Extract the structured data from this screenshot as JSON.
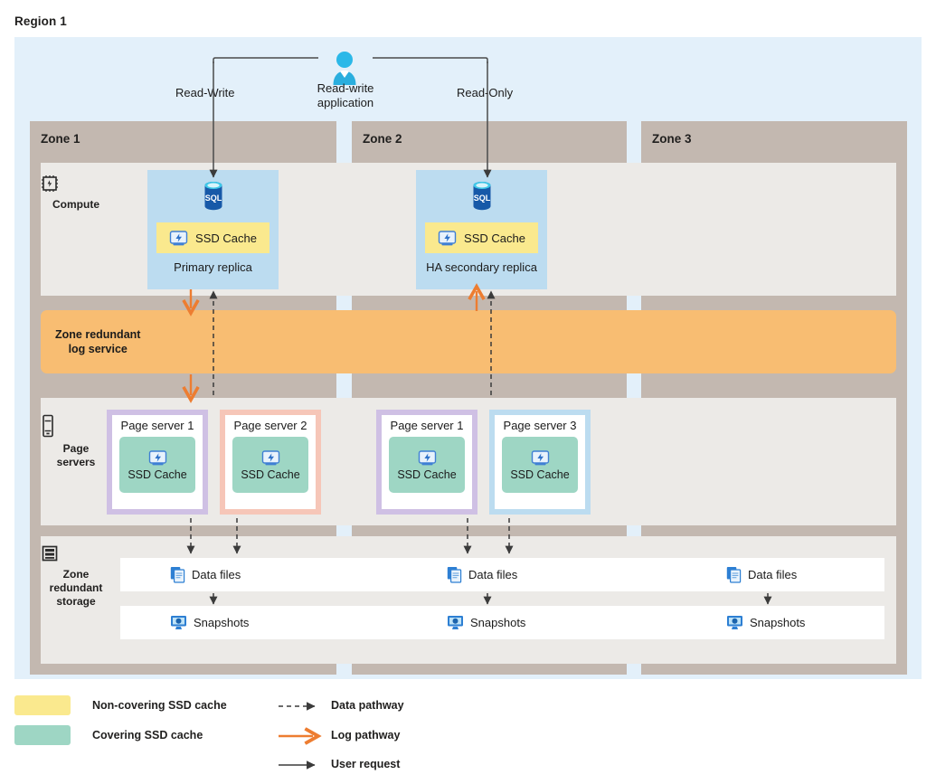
{
  "diagram": {
    "region_title": "Region 1",
    "application": {
      "icon": "user-icon",
      "label": "Read-write\napplication",
      "left_path_label": "Read-Write",
      "right_path_label": "Read-Only"
    },
    "zones": [
      {
        "title": "Zone 1"
      },
      {
        "title": "Zone 2"
      },
      {
        "title": "Zone 3"
      }
    ],
    "rows": {
      "compute": {
        "label": "Compute",
        "icon": "cpu-chip-icon"
      },
      "log_service": {
        "label": "Zone redundant\nlog service"
      },
      "page_servers": {
        "label": "Page\nservers",
        "icon": "page-server-icon"
      },
      "storage": {
        "label": "Zone\nredundant\nstorage",
        "icon": "storage-stack-icon"
      }
    },
    "replicas": [
      {
        "name": "Primary replica",
        "cache_label": "SSD Cache",
        "icon": "sql-database-icon",
        "cache_icon": "ssd-drive-icon",
        "zone": "Zone 1"
      },
      {
        "name": "HA secondary replica",
        "cache_label": "SSD Cache",
        "icon": "sql-database-icon",
        "cache_icon": "ssd-drive-icon",
        "zone": "Zone 2"
      }
    ],
    "page_servers": [
      {
        "title": "Page server 1",
        "cache_label": "SSD Cache",
        "border_color": "#cfc0e4",
        "zone": "Zone 1"
      },
      {
        "title": "Page server 2",
        "cache_label": "SSD Cache",
        "border_color": "#f6c6b8",
        "zone": "Zone 1"
      },
      {
        "title": "Page server 1",
        "cache_label": "SSD Cache",
        "border_color": "#cfc0e4",
        "zone": "Zone 2"
      },
      {
        "title": "Page server 3",
        "cache_label": "SSD Cache",
        "border_color": "#bcdcf0",
        "zone": "Zone 2"
      }
    ],
    "storage_cells": {
      "data_files_label": "Data files",
      "snapshots_label": "Snapshots",
      "data_files_icon": "data-files-icon",
      "snapshots_icon": "snapshots-icon",
      "columns": 3
    },
    "legend": {
      "swatches": [
        {
          "label": "Non-covering SSD cache",
          "color": "#fae98e"
        },
        {
          "label": "Covering SSD cache",
          "color": "#9ed6c4"
        }
      ],
      "arrows": [
        {
          "label": "Data pathway",
          "style": "dashed",
          "color": "#3b3b3b"
        },
        {
          "label": "Log pathway",
          "style": "solid",
          "color": "#ed7d31"
        },
        {
          "label": "User request",
          "style": "solid",
          "color": "#3b3b3b"
        }
      ]
    },
    "colors": {
      "region_background": "#e3f0fa",
      "zone_column": "#c3b8b0",
      "row_band": "#eceae7",
      "log_service": "#f8bd72",
      "replica_box": "#bcdcf0",
      "non_covering_cache": "#fae98e",
      "covering_cache": "#9ed6c4",
      "log_pathway": "#ed7d31",
      "data_pathway": "#3b3b3b"
    }
  }
}
